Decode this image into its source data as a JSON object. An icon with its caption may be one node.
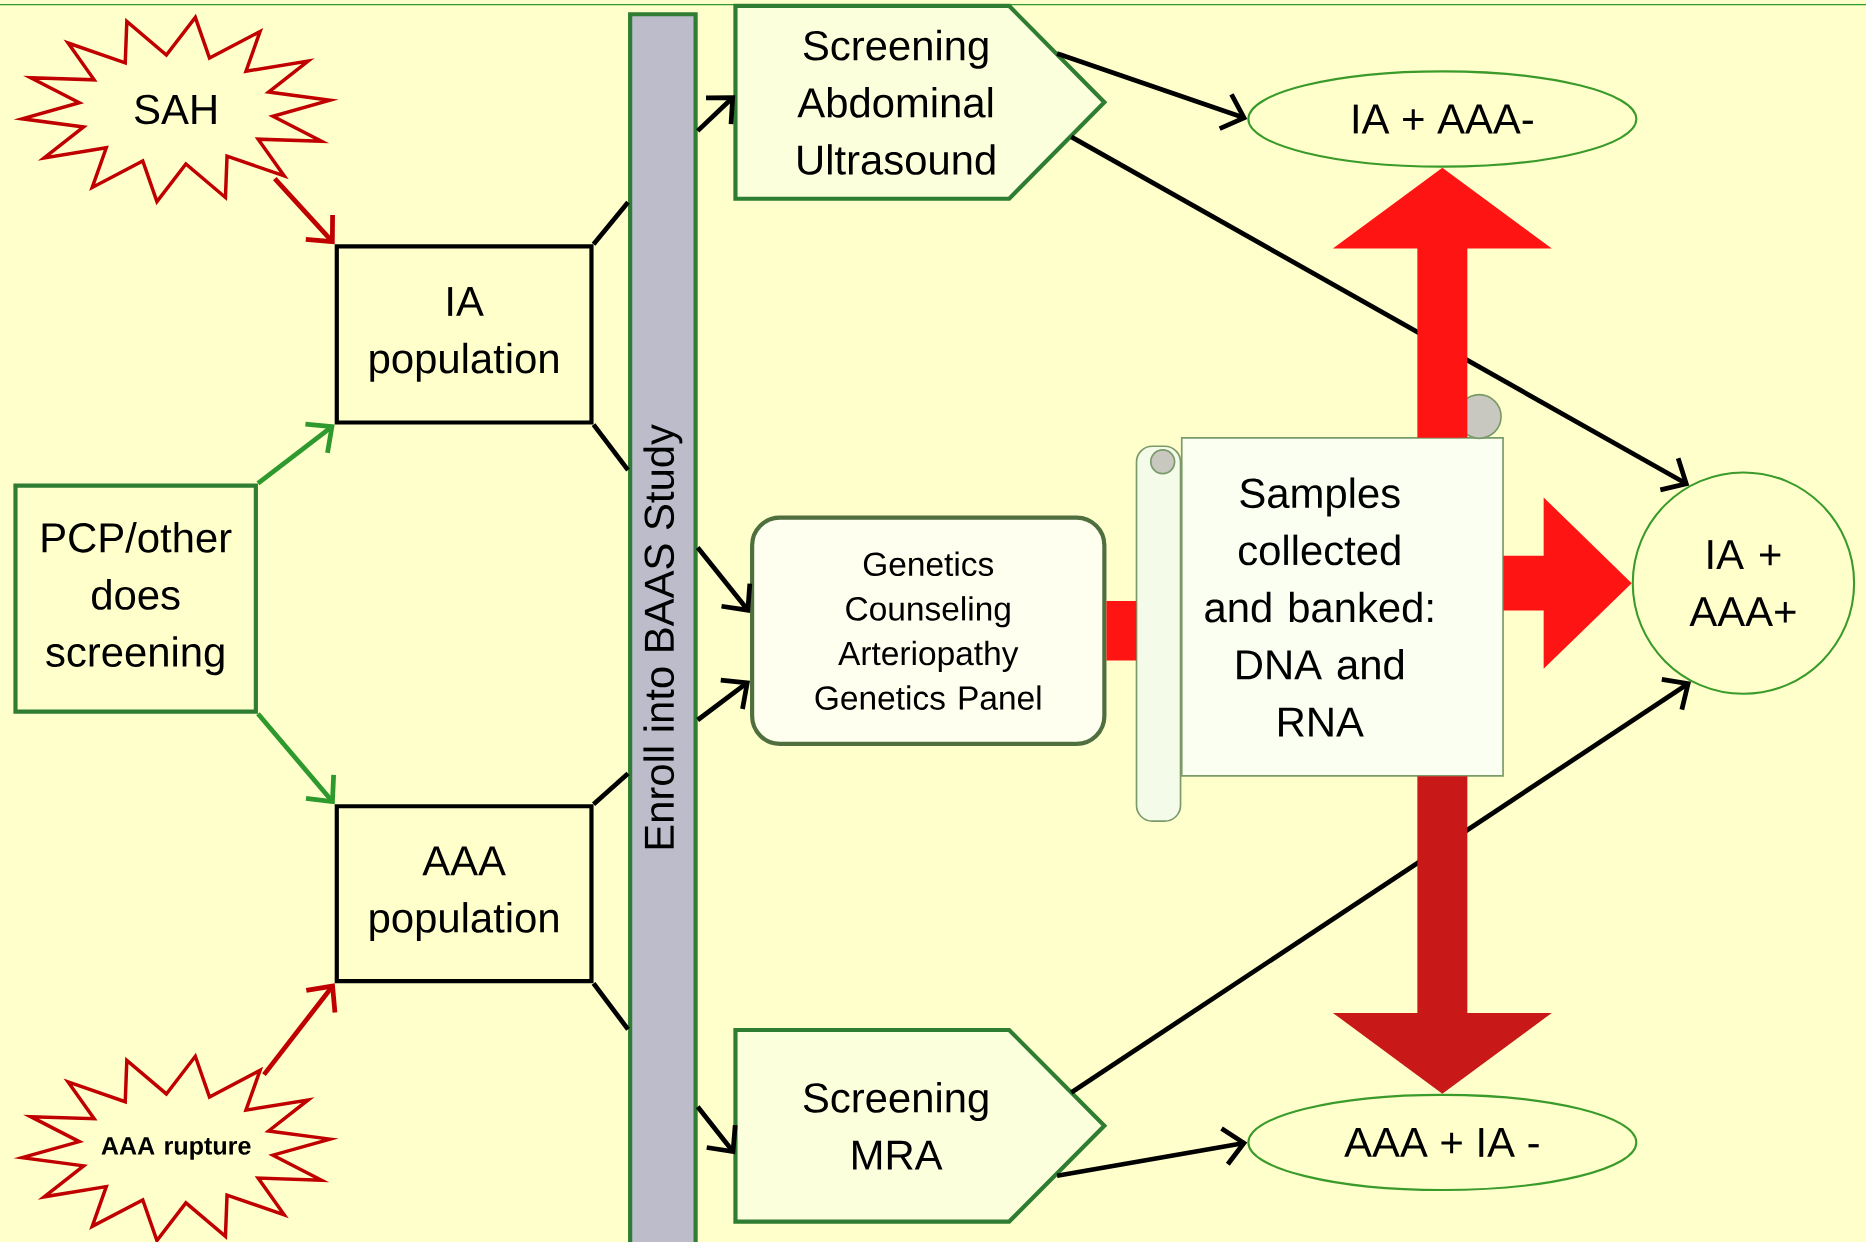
{
  "diagram": {
    "nodes": [
      {
        "text": [
          "SAH"
        ]
      },
      {
        "text": [
          "IA population"
        ]
      },
      {
        "text": [
          "PCP/other does screening"
        ]
      },
      {
        "text": [
          "AAA population"
        ]
      },
      {
        "text": [
          "AAA rupture"
        ]
      },
      {
        "text": [
          "Enroll into BAAS Study"
        ]
      },
      {
        "text": [
          "Screening Abdominal Ultrasound"
        ]
      },
      {
        "text": [
          "IA + AAA-"
        ]
      },
      {
        "text": [
          "Genetics Counseling Arteriopathy Genetics Panel"
        ]
      },
      {
        "text": [
          "Samples collected and banked: DNA and RNA"
        ]
      },
      {
        "text": [
          "IA + AAA+"
        ]
      },
      {
        "text": [
          "Screening MRA"
        ]
      },
      {
        "text": [
          "AAA + IA -"
        ]
      }
    ],
    "edges": [
      {
        "from": 0,
        "to": 1,
        "arrow": "to",
        "color": "#c00000"
      },
      {
        "from": 2,
        "to": 1,
        "arrow": "to",
        "color": "#2e9a2e"
      },
      {
        "from": 2,
        "to": 3,
        "arrow": "to",
        "color": "#2e9a2e"
      },
      {
        "from": 4,
        "to": 3,
        "arrow": "to",
        "color": "#c00000"
      },
      {
        "from": 1,
        "to": 5,
        "arrow": "none"
      },
      {
        "from": 1,
        "to": 5,
        "arrow": "none"
      },
      {
        "from": 3,
        "to": 5,
        "arrow": "none"
      },
      {
        "from": 3,
        "to": 5,
        "arrow": "none"
      },
      {
        "from": 5,
        "to": 6,
        "arrow": "to"
      },
      {
        "from": 5,
        "to": 8,
        "arrow": "to"
      },
      {
        "from": 5,
        "to": 8,
        "arrow": "to"
      },
      {
        "from": 5,
        "to": 11,
        "arrow": "to"
      },
      {
        "from": 6,
        "to": 7,
        "arrow": "to"
      },
      {
        "from": 6,
        "to": 10,
        "arrow": "to"
      },
      {
        "from": 11,
        "to": 12,
        "arrow": "to"
      },
      {
        "from": 11,
        "to": 10,
        "arrow": "to"
      },
      {
        "from": 8,
        "to": 9,
        "arrow": "none",
        "style": "thick",
        "color": "#ff1414"
      },
      {
        "from": 9,
        "to": 7,
        "arrow": "to",
        "style": "thick",
        "color": "#ff1414"
      },
      {
        "from": 9,
        "to": 10,
        "arrow": "to",
        "style": "thick",
        "color": "#ff1414"
      },
      {
        "from": 9,
        "to": 12,
        "arrow": "to",
        "style": "thick",
        "color": "#c81818"
      }
    ]
  }
}
